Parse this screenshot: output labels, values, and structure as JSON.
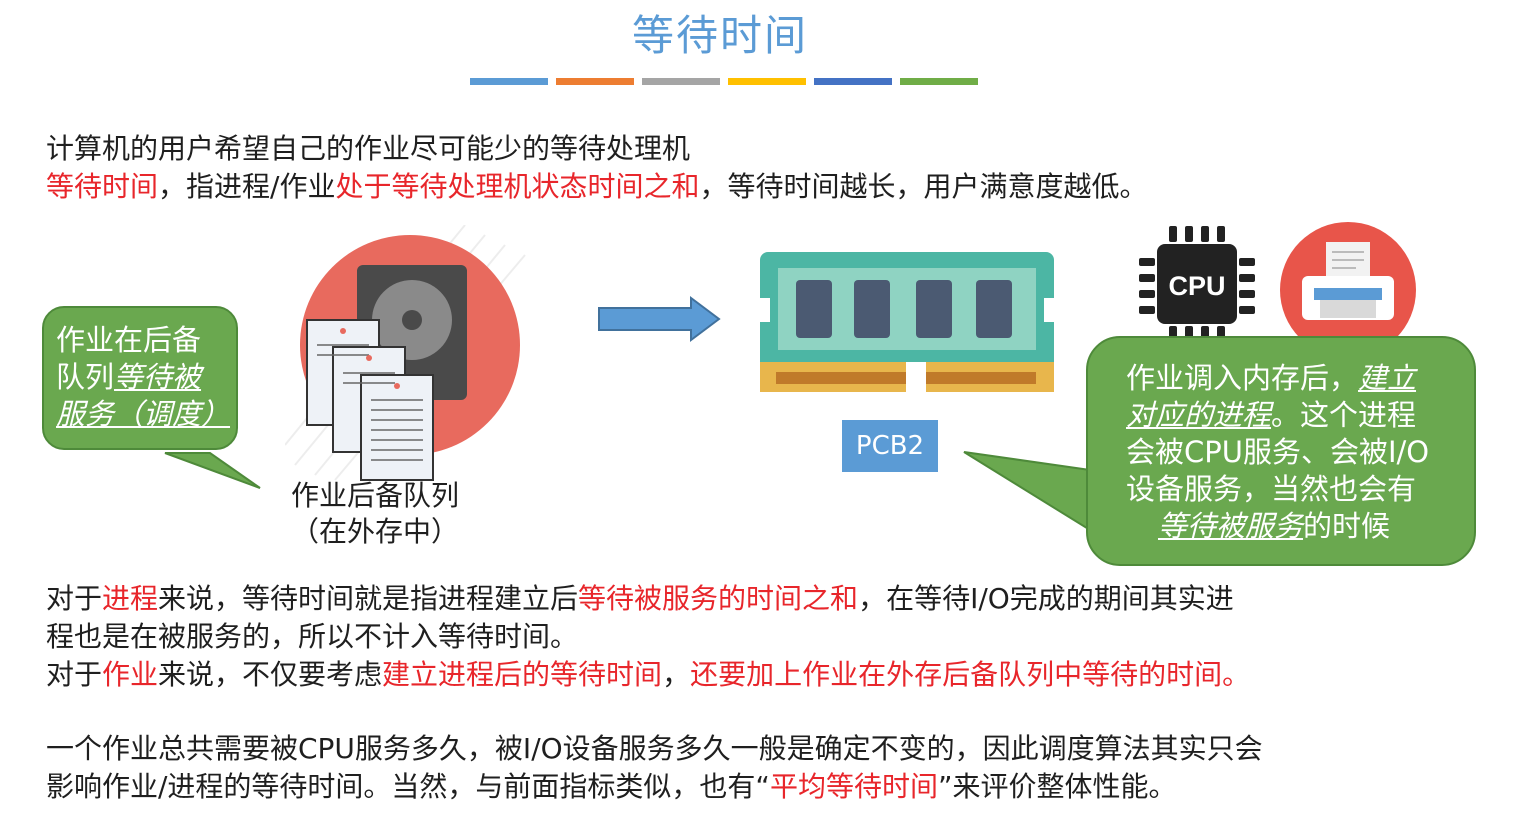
{
  "title": "等待时间",
  "title_bar_colors": [
    "#5b9bd5",
    "#ed7d31",
    "#a5a5a5",
    "#ffc000",
    "#4472c4",
    "#70ad47"
  ],
  "intro": {
    "line1": "计算机的用户希望自己的作业尽可能少的等待处理机",
    "line2_a": "等待时间",
    "line2_b": "，指进程/作业",
    "line2_c": "处于等待处理机状态时间之和",
    "line2_d": "，等待时间越长，用户满意度越低。"
  },
  "left_bubble": {
    "line1": "作业在后备",
    "line2_a": "队列",
    "line2_b": "等待被",
    "line3": "服务（调度）"
  },
  "queue_caption": {
    "line1": "作业后备队列",
    "line2": "（在外存中）"
  },
  "pcb_label": "PCB2",
  "cpu_label": "CPU",
  "right_bubble": {
    "line1_a": "作业调入内存后，",
    "line1_b": "建立",
    "line2_a": "对应的进程",
    "line2_b": "。这个进程",
    "line3": "会被CPU服务、会被I/O",
    "line4": "设备服务，当然也会有",
    "line5_a": "等待被服务",
    "line5_b": "的时候"
  },
  "para1": {
    "a": "对于",
    "b": "进程",
    "c": "来说，等待时间就是指进程建立后",
    "d": "等待被服务的时间之和",
    "e": "，在等待I/O完成的期间其实进",
    "line2": "程也是在被服务的，所以不计入等待时间。"
  },
  "para2": {
    "a": "对于",
    "b": "作业",
    "c": "来说，不仅要考虑",
    "d": "建立进程后的等待时间",
    "e": "，",
    "f": "还要加上作业在外存后备队列中等待的时间。"
  },
  "para3": {
    "line1": "一个作业总共需要被CPU服务多久，被I/O设备服务多久一般是确定不变的，因此调度算法其实只会",
    "line2_a": "影响作业/进程的等待时间。当然，与前面指标类似，也有“",
    "line2_b": "平均等待时间",
    "line2_c": "”来评价整体性能。"
  }
}
